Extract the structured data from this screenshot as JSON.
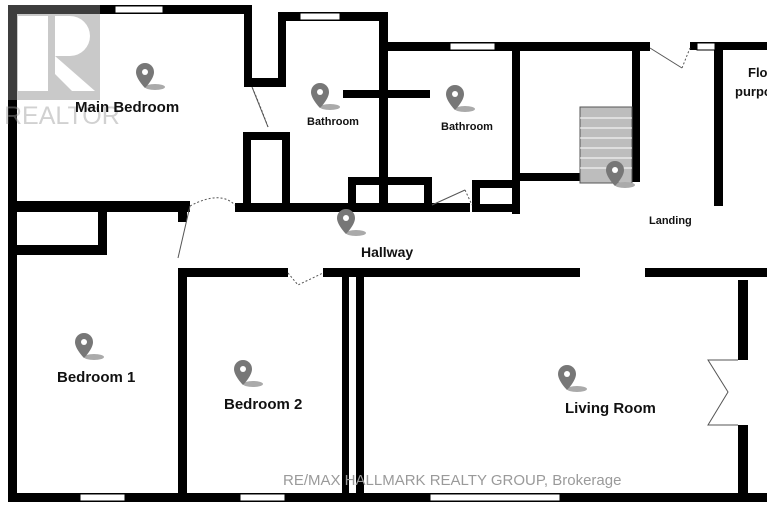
{
  "rooms": {
    "main_bedroom": "Main Bedroom",
    "bathroom_1": "Bathroom",
    "bathroom_2": "Bathroom",
    "landing": "Landing",
    "flex": "Flo",
    "flex_2": "purpo",
    "hallway": "Hallway",
    "bedroom_1": "Bedroom 1",
    "bedroom_2": "Bedroom 2",
    "living_room": "Living Room"
  },
  "watermark": {
    "logo_text": "REALTOR",
    "brokerage": "RE/MAX HALLMARK REALTY GROUP, Brokerage"
  },
  "colors": {
    "wall": "#000000",
    "pin": "#777777",
    "watermark": "#9a9a9a",
    "stairs": "#bdbdbd"
  }
}
